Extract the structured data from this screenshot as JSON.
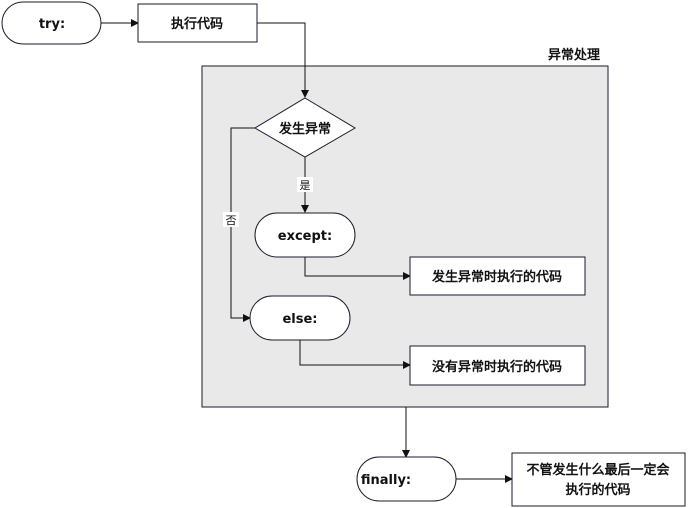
{
  "diagram": {
    "type": "flowchart",
    "group": {
      "title": "异常处理",
      "fill": "#e9e9ea"
    },
    "nodes": {
      "try": {
        "label": "try:",
        "shape": "terminator"
      },
      "exec": {
        "label": "执行代码",
        "shape": "process"
      },
      "decision": {
        "label": "发生异常",
        "shape": "decision"
      },
      "except": {
        "label": "except:",
        "shape": "terminator"
      },
      "except_action": {
        "label": "发生异常时执行的代码",
        "shape": "process"
      },
      "else": {
        "label": "else:",
        "shape": "terminator"
      },
      "else_action": {
        "label": "没有异常时执行的代码",
        "shape": "process"
      },
      "finally": {
        "label": "finally:",
        "shape": "terminator"
      },
      "finally_action": {
        "label_line1": "不管发生什么最后一定会",
        "label_line2": "执行的代码",
        "shape": "process"
      }
    },
    "edges": {
      "yes_label": "是",
      "no_label": "否"
    },
    "colors": {
      "stroke": "#1a1a2e",
      "text": "#111111",
      "group_fill": "#e9e9ea",
      "node_fill": "#ffffff"
    }
  }
}
